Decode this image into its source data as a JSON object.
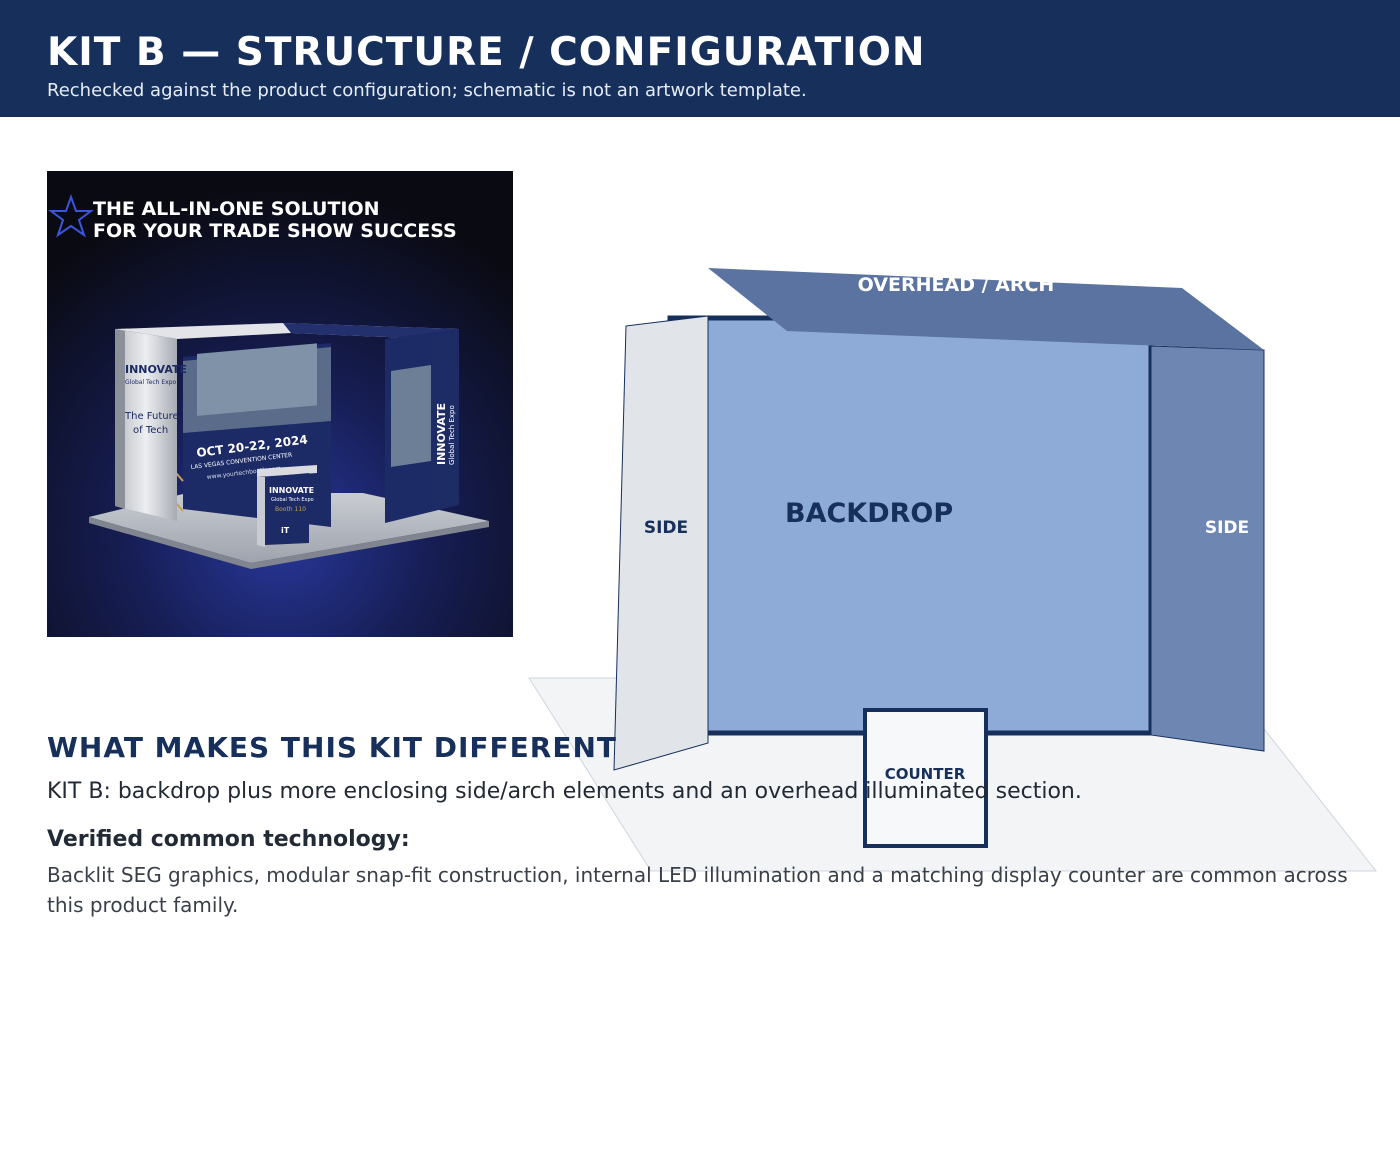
{
  "header": {
    "title": "KIT B — STRUCTURE / CONFIGURATION",
    "subtitle": "Rechecked against the product configuration; schematic is not an artwork template."
  },
  "product_image": {
    "headline_1": "THE ALL-IN-ONE SOLUTION",
    "headline_2": "FOR YOUR TRADE SHOW SUCCESS",
    "left_panel_brand": "INNOVATE",
    "left_panel_sub": "Global Tech Expo",
    "left_panel_tag_1": "The Future",
    "left_panel_tag_2": "of Tech",
    "date": "OCT 20-22, 2024",
    "venue": "LAS VEGAS CONVENTION CENTER",
    "url": "www.yourtechbooth.com",
    "counter_brand": "INNOVATE",
    "counter_sub": "Global Tech Expo",
    "booth": "Booth 110",
    "right_panel_brand": "INNOVATE",
    "right_panel_sub": "Global Tech Expo",
    "colors": {
      "navy": "#1b2a6b",
      "gold": "#c9a24a"
    }
  },
  "schematic": {
    "labels": {
      "overhead": "OVERHEAD / ARCH",
      "backdrop": "BACKDROP",
      "side_left": "SIDE",
      "side_right": "SIDE",
      "counter": "COUNTER"
    },
    "colors": {
      "backdrop": "#8eaad6",
      "overhead": "#5a73a1",
      "side_right": "#6d86b2",
      "side_left": "#e1e4e9",
      "floor": "#f2f4f6",
      "outline": "#17305b"
    }
  },
  "content": {
    "heading": "WHAT MAKES THIS KIT DIFFERENT",
    "lead": "KIT B: backdrop plus more enclosing side/arch elements and an overhead illuminated section.",
    "tech_heading": "Verified common technology:",
    "tech_body": "Backlit SEG graphics, modular snap-fit construction, internal LED illumination and a matching display counter are common across this product family."
  }
}
